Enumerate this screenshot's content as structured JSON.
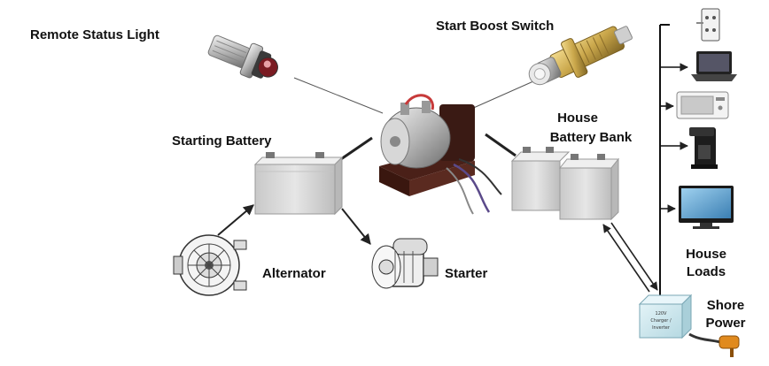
{
  "labels": {
    "remote_status_light": "Remote Status Light",
    "start_boost_switch": "Start Boost Switch",
    "starting_battery": "Starting Battery",
    "house_battery_bank_line1": "House",
    "house_battery_bank_line2": "Battery Bank",
    "alternator": "Alternator",
    "starter": "Starter",
    "house_loads_line1": "House",
    "house_loads_line2": "Loads",
    "shore_power_line1": "Shore",
    "shore_power_line2": "Power"
  },
  "charger_box": {
    "line1": "120V",
    "line2": "Charger /",
    "line3": "Inverter"
  },
  "colors": {
    "battery_gray": "#d7d7d7",
    "brass": "#c9a64a",
    "solenoid_metal": "#b9b9b9",
    "solenoid_base": "#5a2a20",
    "charger_box": "#cfe8ef",
    "shore_plug": "#e08a1e",
    "arrow": "#222222",
    "bus_line": "#111111"
  },
  "icons": {
    "remote_status_light": "indicator-light-icon",
    "start_boost_switch": "push-button-switch-icon",
    "solenoid": "battery-combiner-solenoid-icon",
    "starting_battery": "battery-icon",
    "house_battery_bank": "dual-battery-icon",
    "alternator": "alternator-icon",
    "starter": "starter-motor-icon",
    "outlet": "power-outlet-icon",
    "laptop": "laptop-icon",
    "microwave": "microwave-icon",
    "coffee_maker": "coffee-maker-icon",
    "television": "tv-icon",
    "charger_inverter": "charger-inverter-icon",
    "shore_plug": "shore-power-plug-icon"
  }
}
